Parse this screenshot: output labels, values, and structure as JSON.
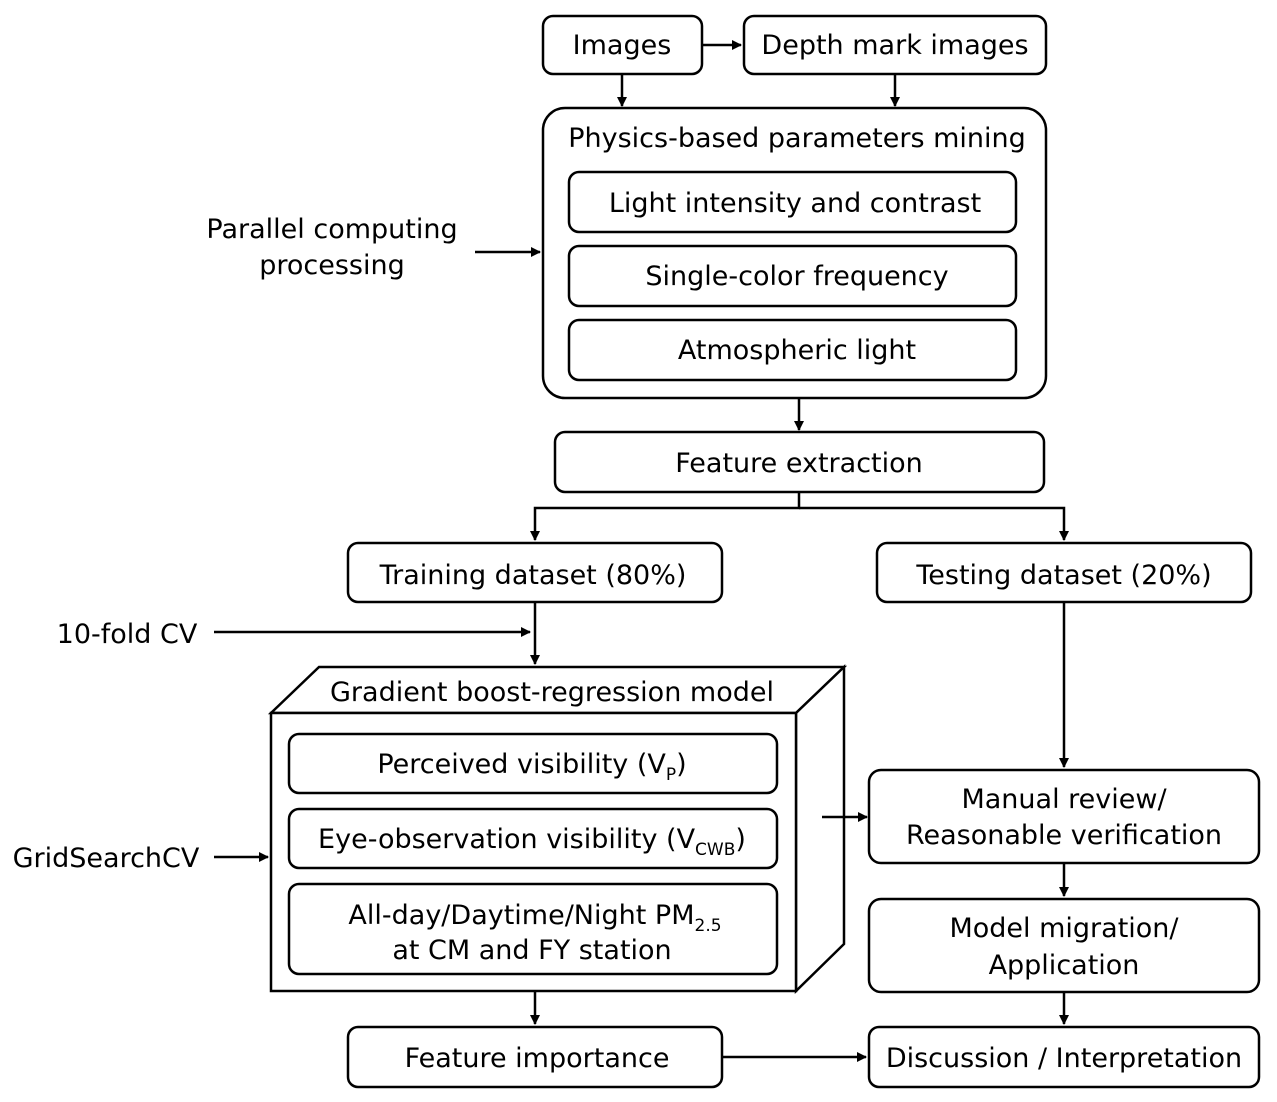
{
  "nodes": {
    "images": "Images",
    "depth_mark_images": "Depth mark images",
    "physics_mining": "Physics-based parameters mining",
    "light_intensity": "Light intensity and contrast",
    "single_color": "Single-color frequency",
    "atmospheric_light": "Atmospheric light",
    "feature_extraction": "Feature extraction",
    "training_dataset": "Training dataset (80%)",
    "testing_dataset": "Testing dataset (20%)",
    "gradient_model": "Gradient boost-regression model",
    "perceived_visibility": {
      "main": "Perceived visibility (V",
      "sub": "P",
      "end": ")"
    },
    "eye_visibility": {
      "main": "Eye-observation visibility (V",
      "sub": "CWB",
      "end": ")"
    },
    "pm25": {
      "line1_main": "All-day/Daytime/Night PM",
      "line1_sub": "2.5",
      "line2": "at CM and FY station"
    },
    "manual_review": {
      "line1": "Manual review/",
      "line2": "Reasonable verification"
    },
    "model_migration": {
      "line1": "Model migration/",
      "line2": "Application"
    },
    "feature_importance": "Feature importance",
    "discussion": "Discussion / Interpretation"
  },
  "side_labels": {
    "parallel": {
      "line1": "Parallel computing",
      "line2": "processing"
    },
    "tenfold": "10-fold CV",
    "gridsearch": "GridSearchCV"
  }
}
